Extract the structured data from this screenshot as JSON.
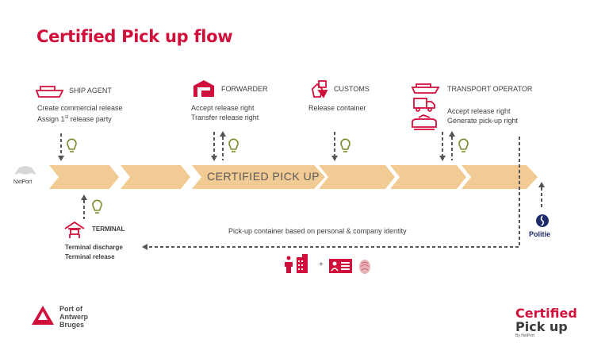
{
  "title": "Certified Pick up flow",
  "colors": {
    "brand_red": "#d0103a",
    "chevron": "#f2cb94",
    "bulb": "#7a8a2a",
    "arrow": "#555555",
    "police_blue": "#1f2a6b"
  },
  "actors": [
    {
      "id": "ship-agent",
      "label": "SHIP AGENT",
      "icon": "ship-icon",
      "lines": [
        "Create commercial release",
        "Assign 1",
        "release party"
      ],
      "sup": "st"
    },
    {
      "id": "forwarder",
      "label": "FORWARDER",
      "icon": "warehouse-icon",
      "lines": [
        "Accept release right",
        "Transfer release right"
      ]
    },
    {
      "id": "customs",
      "label": "CUSTOMS",
      "icon": "customs-icon",
      "lines": [
        "Release container"
      ]
    },
    {
      "id": "transport-operator",
      "label": "TRANSPORT OPERATOR",
      "icon": "ship-truck-train-icon",
      "lines": [
        "Accept release right",
        "Generate pick-up right"
      ]
    },
    {
      "id": "terminal",
      "label": "TERMINAL",
      "icon": "terminal-crane-icon",
      "lines": [
        "Terminal discharge",
        "Terminal release"
      ]
    }
  ],
  "banner": {
    "label": "CERTIFIED PICK UP",
    "segments": 6
  },
  "nxtport": {
    "label": "NxtPort"
  },
  "police": {
    "label": "Politie"
  },
  "flow_caption": "Pick-up container based on personal & company identity",
  "identity": {
    "plus": "+",
    "icons": [
      "person-company-icon",
      "id-card-icon",
      "fingerprint-icon"
    ]
  },
  "footer": {
    "port_logo": [
      "Port of",
      "Antwerp",
      "Bruges"
    ],
    "cpu_logo": {
      "line1": "Certified",
      "line2": "Pick up",
      "line3": "By NxtPort"
    }
  }
}
